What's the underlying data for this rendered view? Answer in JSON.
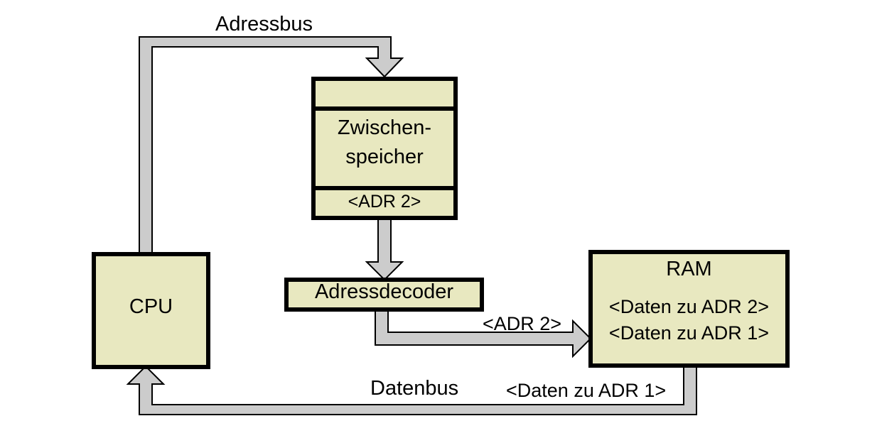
{
  "diagram": {
    "title": "CPU / Zwischenspeicher / Adressdecoder / RAM Bus-Diagramm",
    "colors": {
      "box_fill": "#e8e8c0",
      "box_stroke": "#000000",
      "bus_fill": "#cccccc",
      "bus_stroke": "#000000",
      "background": "#ffffff",
      "text": "#000000"
    }
  },
  "buses": {
    "address_bus_label": "Adressbus",
    "data_bus_label": "Datenbus"
  },
  "nodes": {
    "cpu": {
      "label": "CPU"
    },
    "latch": {
      "compartment_top": "",
      "title_line1": "Zwischen-",
      "title_line2": "speicher",
      "value": "<ADR 2>"
    },
    "address_decoder": {
      "label": "Adressdecoder"
    },
    "ram": {
      "title": "RAM",
      "row1": "<Daten zu ADR 2>",
      "row2": "<Daten zu ADR 1>"
    }
  },
  "edge_labels": {
    "decoder_to_ram": "<ADR 2>",
    "ram_to_cpu": "<Daten zu ADR 1>"
  }
}
